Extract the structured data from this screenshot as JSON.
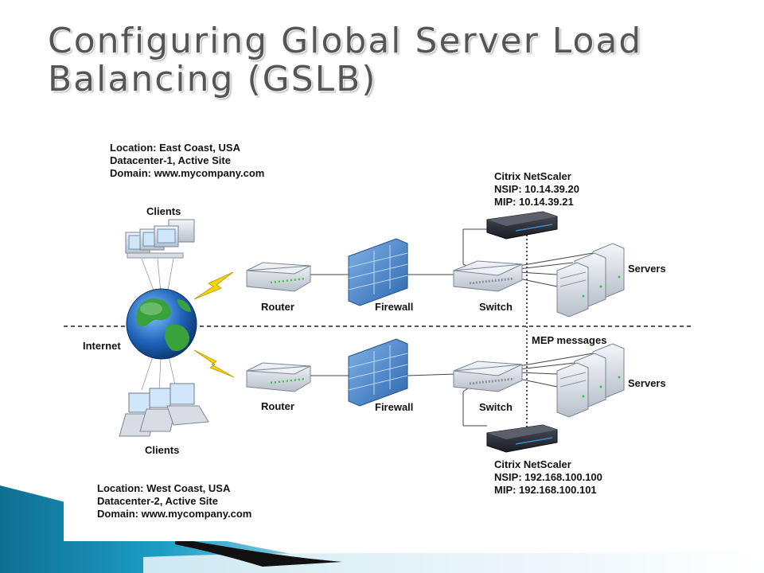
{
  "title": {
    "line1": "Configuring Global Server Load",
    "line2": "Balancing (GSLB)"
  },
  "east": {
    "location": "Location: East Coast, USA",
    "datacenter": "Datacenter-1, Active Site",
    "domain": "Domain: www.mycompany.com"
  },
  "west": {
    "location": "Location: West Coast, USA",
    "datacenter": "Datacenter-2, Active Site",
    "domain": "Domain: www.mycompany.com"
  },
  "netscaler_top": {
    "name": "Citrix NetScaler",
    "nsip": "NSIP: 10.14.39.20",
    "mip": "MIP: 10.14.39.21"
  },
  "netscaler_bottom": {
    "name": "Citrix NetScaler",
    "nsip": "NSIP: 192.168.100.100",
    "mip": "MIP: 192.168.100.101"
  },
  "labels": {
    "clients_top": "Clients",
    "clients_bottom": "Clients",
    "internet": "Internet",
    "router_top": "Router",
    "router_bottom": "Router",
    "firewall_top": "Firewall",
    "firewall_bottom": "Firewall",
    "switch_top": "Switch",
    "switch_bottom": "Switch",
    "servers_top": "Servers",
    "servers_bottom": "Servers",
    "mep": "MEP messages"
  },
  "colors": {
    "title_text": "#555555",
    "accent_teal": "#1a8fb0",
    "accent_light": "#b9dcea",
    "firewall_blue": "#4a86c8",
    "globe_ocean": "#1f63b8",
    "globe_land": "#3aa23a",
    "lightning": "#f5d400"
  }
}
